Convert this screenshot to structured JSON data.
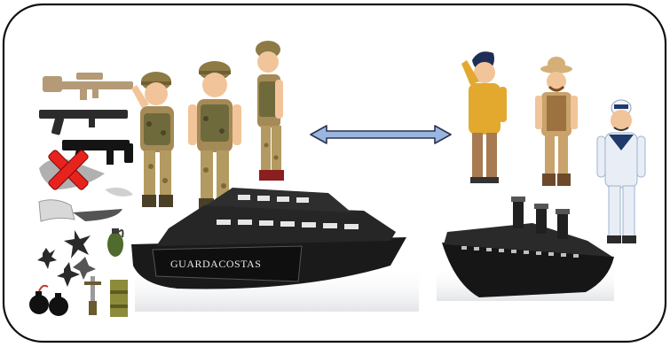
{
  "panel": {
    "border_color": "#111111",
    "background": "#ffffff"
  },
  "weapons": {
    "items": [
      "rifle-icon",
      "pistol-icon",
      "submachine-gun-icon",
      "prohibited-x-icon",
      "scroll-icon",
      "knife-icon",
      "shuriken-icon",
      "grenade-icon",
      "bomb-icon",
      "dagger-icon",
      "bamboo-icon"
    ],
    "cross_color": "#e8231e"
  },
  "soldiers": {
    "count": 3,
    "uniform_color": "#a48a56",
    "vest_color": "#6f6a3c"
  },
  "connector": {
    "type": "double-arrow",
    "fill": "#9ab6df",
    "stroke": "#2a3352"
  },
  "civilians": {
    "items": [
      "saluting-man",
      "safari-explorer",
      "sailor"
    ]
  },
  "boats": {
    "patrol": {
      "hull_label": "GUARDACOSTAS",
      "color": "#1a1a1a"
    },
    "liner": {
      "color": "#161616"
    }
  }
}
